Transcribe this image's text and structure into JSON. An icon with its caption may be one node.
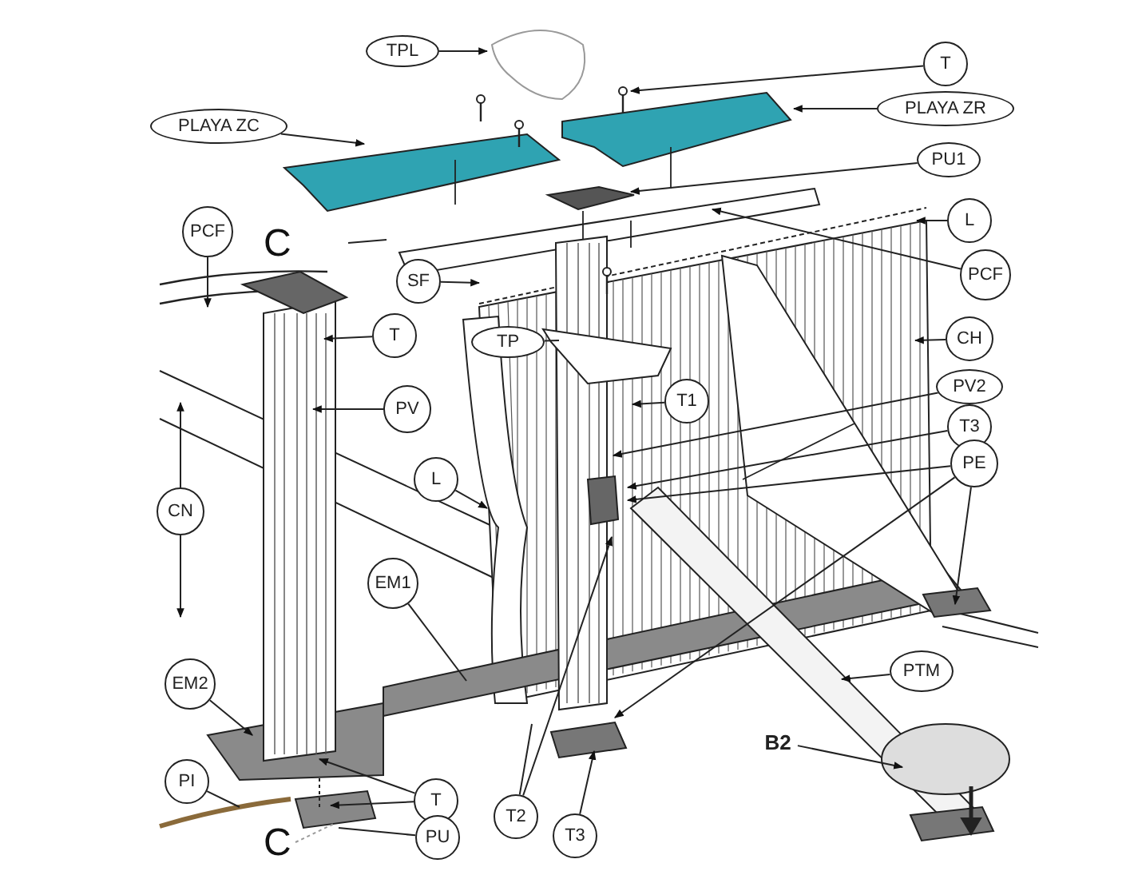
{
  "diagram": {
    "nodes": [
      {
        "text": [
          "TPL"
        ]
      },
      {
        "text": [
          "T"
        ]
      },
      {
        "text": [
          "PLAYA ZC"
        ]
      },
      {
        "text": [
          "PLAYA ZR"
        ]
      },
      {
        "text": [
          "PU1"
        ]
      },
      {
        "text": [
          "L"
        ]
      },
      {
        "text": [
          "PCF"
        ]
      },
      {
        "text": [
          "SF"
        ]
      },
      {
        "text": [
          "PCF"
        ]
      },
      {
        "text": [
          "T"
        ]
      },
      {
        "text": [
          "TP"
        ]
      },
      {
        "text": [
          "CH"
        ]
      },
      {
        "text": [
          "PV"
        ]
      },
      {
        "text": [
          "T1"
        ]
      },
      {
        "text": [
          "PV2"
        ]
      },
      {
        "text": [
          "T3"
        ]
      },
      {
        "text": [
          "PE"
        ]
      },
      {
        "text": [
          "CN"
        ]
      },
      {
        "text": [
          "L"
        ]
      },
      {
        "text": [
          "EM1"
        ]
      },
      {
        "text": [
          "EM2"
        ]
      },
      {
        "text": [
          "PTM"
        ]
      },
      {
        "text": [
          "B2"
        ]
      },
      {
        "text": [
          "PI"
        ]
      },
      {
        "text": [
          "T"
        ]
      },
      {
        "text": [
          "PU"
        ]
      },
      {
        "text": [
          "T2"
        ]
      },
      {
        "text": [
          "T3"
        ]
      }
    ],
    "edges": [
      {
        "from": 0,
        "to": null,
        "arrow": "to"
      },
      {
        "from": 1,
        "to": null,
        "arrow": "to"
      },
      {
        "from": 2,
        "to": null,
        "arrow": "to"
      },
      {
        "from": 3,
        "to": null,
        "arrow": "to"
      },
      {
        "from": 4,
        "to": null,
        "arrow": "to"
      },
      {
        "from": 5,
        "to": null,
        "arrow": "to"
      },
      {
        "from": 6,
        "to": null,
        "arrow": "to"
      },
      {
        "from": 7,
        "to": null,
        "arrow": "to"
      },
      {
        "from": 8,
        "to": null,
        "arrow": "to"
      },
      {
        "from": 9,
        "to": null,
        "arrow": "to"
      },
      {
        "from": 10,
        "to": null,
        "arrow": "none"
      },
      {
        "from": 11,
        "to": null,
        "arrow": "to"
      },
      {
        "from": 12,
        "to": null,
        "arrow": "to"
      },
      {
        "from": 13,
        "to": null,
        "arrow": "to"
      },
      {
        "from": 14,
        "to": null,
        "arrow": "to"
      },
      {
        "from": 15,
        "to": null,
        "arrow": "to"
      },
      {
        "from": 16,
        "to": null,
        "arrow": "to"
      },
      {
        "from": 16,
        "to": null,
        "arrow": "to"
      },
      {
        "from": 16,
        "to": null,
        "arrow": "to"
      },
      {
        "from": 17,
        "to": null,
        "arrow": "to"
      },
      {
        "from": 17,
        "to": null,
        "arrow": "to"
      },
      {
        "from": 18,
        "to": null,
        "arrow": "to"
      },
      {
        "from": 19,
        "to": null,
        "arrow": "none"
      },
      {
        "from": 20,
        "to": null,
        "arrow": "to"
      },
      {
        "from": 21,
        "to": null,
        "arrow": "to"
      },
      {
        "from": 22,
        "to": null,
        "arrow": "to"
      },
      {
        "from": 23,
        "to": null,
        "arrow": "none"
      },
      {
        "from": 24,
        "to": null,
        "arrow": "to"
      },
      {
        "from": 24,
        "to": null,
        "arrow": "to"
      },
      {
        "from": 25,
        "to": null,
        "arrow": "none"
      },
      {
        "from": 26,
        "to": null,
        "arrow": "none"
      },
      {
        "from": 26,
        "to": null,
        "arrow": "to"
      },
      {
        "from": 27,
        "to": null,
        "arrow": "to"
      }
    ],
    "labels": [
      "C",
      "C"
    ]
  }
}
